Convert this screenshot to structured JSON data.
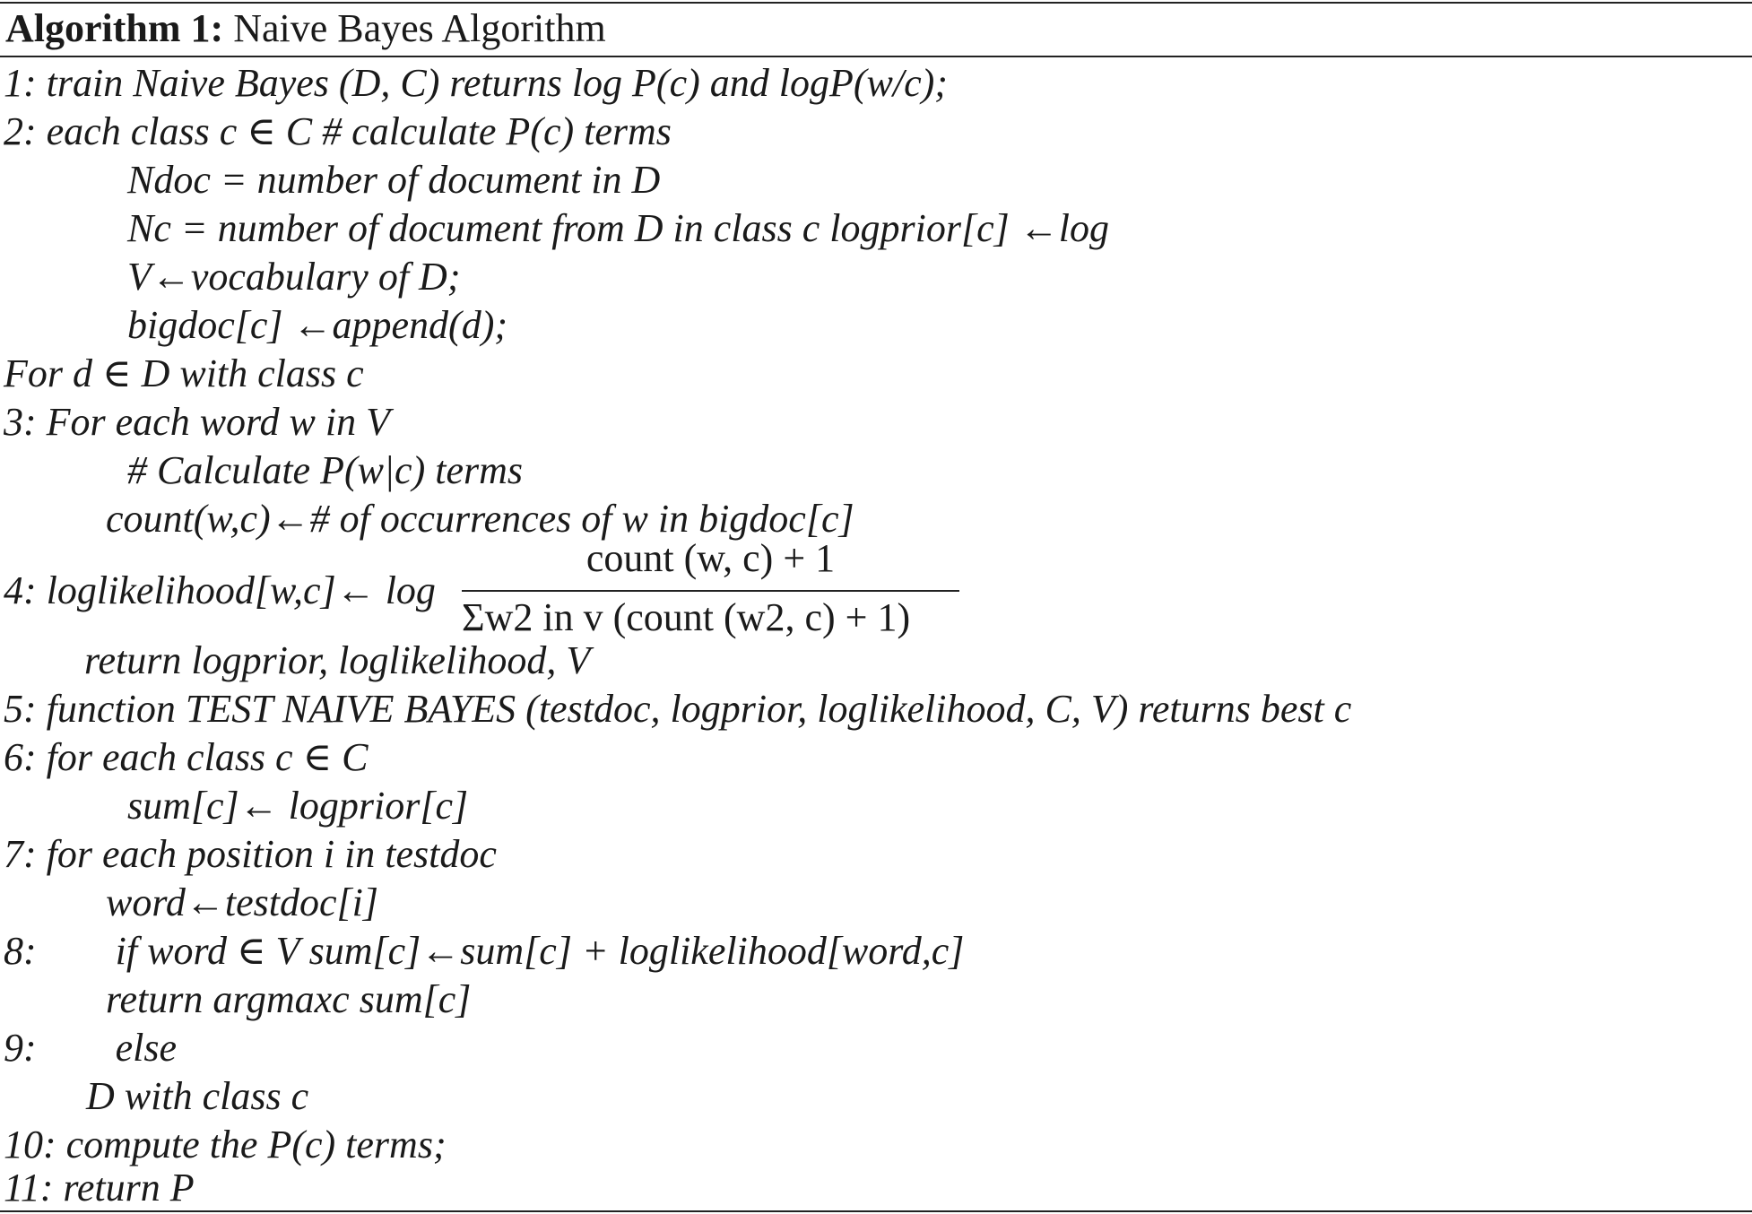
{
  "algorithm": {
    "label": "Algorithm 1:",
    "title": "Naive Bayes Algorithm",
    "lines": [
      "1: train Naive Bayes (D, C) returns log P(c) and logP(w/c);",
      "2: each class c ∈ C # calculate P(c) terms",
      "Ndoc = number of document in D",
      "Nc = number of document from D in class c logprior[c] ←log",
      "V←vocabulary of D;",
      "bigdoc[c] ←append(d);",
      "For d ∈ D with class c",
      "3: For each word w in V",
      "# Calculate P(w|c) terms",
      "count(w,c)←# of occurrences of w in bigdoc[c]",
      "4: loglikelihood[w,c]← log",
      "return logprior, loglikelihood, V",
      "5: function TEST NAIVE BAYES (testdoc, logprior, loglikelihood, C, V) returns best c",
      "6: for each class c ∈ C",
      "sum[c]← logprior[c]",
      "7: for each position i in testdoc",
      "word←testdoc[i]",
      "8:        if word ∈ V sum[c]←sum[c] + loglikelihood[word,c]",
      "return argmaxc sum[c]",
      "9:        else",
      "D with class c",
      "10: compute the P(c) terms;",
      "11: return P"
    ],
    "fraction": {
      "numerator": "count (w, c) + 1",
      "denominator": "Σw2 in v  (count (w2, c) + 1)"
    }
  }
}
